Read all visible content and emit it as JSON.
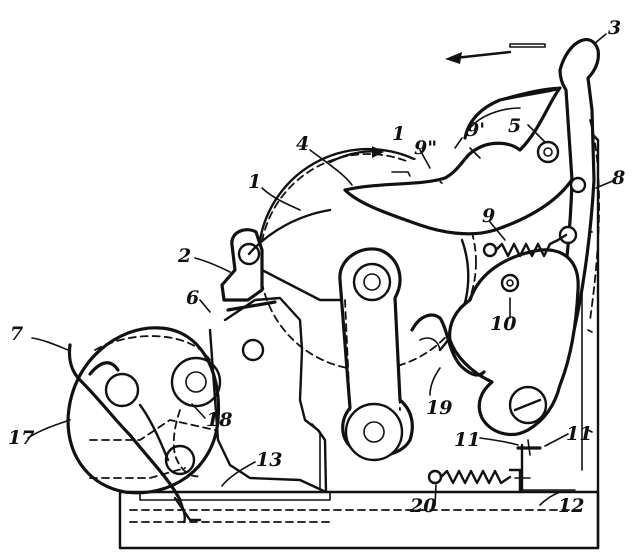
{
  "labels": {
    "l1a": "1",
    "l1b": "1",
    "l2": "2",
    "l3": "3",
    "l4": "4",
    "l5": "5",
    "l6": "6",
    "l7": "7",
    "l8": "8",
    "l9": "9",
    "l9p": "9'",
    "l9pp": "9\"",
    "l10": "10",
    "l11a": "11",
    "l11b": "11",
    "l12": "12",
    "l13": "13",
    "l17": "17",
    "l18": "18",
    "l19": "19",
    "l20": "20"
  },
  "colors": {
    "ink": "#111111",
    "paper": "#ffffff"
  }
}
